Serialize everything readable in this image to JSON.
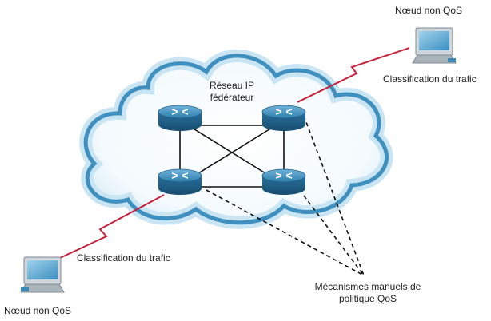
{
  "labels": {
    "network_title": "Réseau IP\nfédérateur",
    "top_right_node": "Nœud non QoS",
    "top_right_classification": "Classification du trafic",
    "bottom_left_classification": "Classification du trafic",
    "bottom_left_node": "Nœud non QoS",
    "policy_mechanisms": "Mécanismes manuels de\npolitique QoS"
  },
  "colors": {
    "cloud_outer": "#3f8fbf",
    "cloud_inner": "#c9e4f2",
    "router_top": "#3a8ab5",
    "router_side": "#1f5f86",
    "wan_link": "#c8203a",
    "mesh_link": "#111111"
  }
}
